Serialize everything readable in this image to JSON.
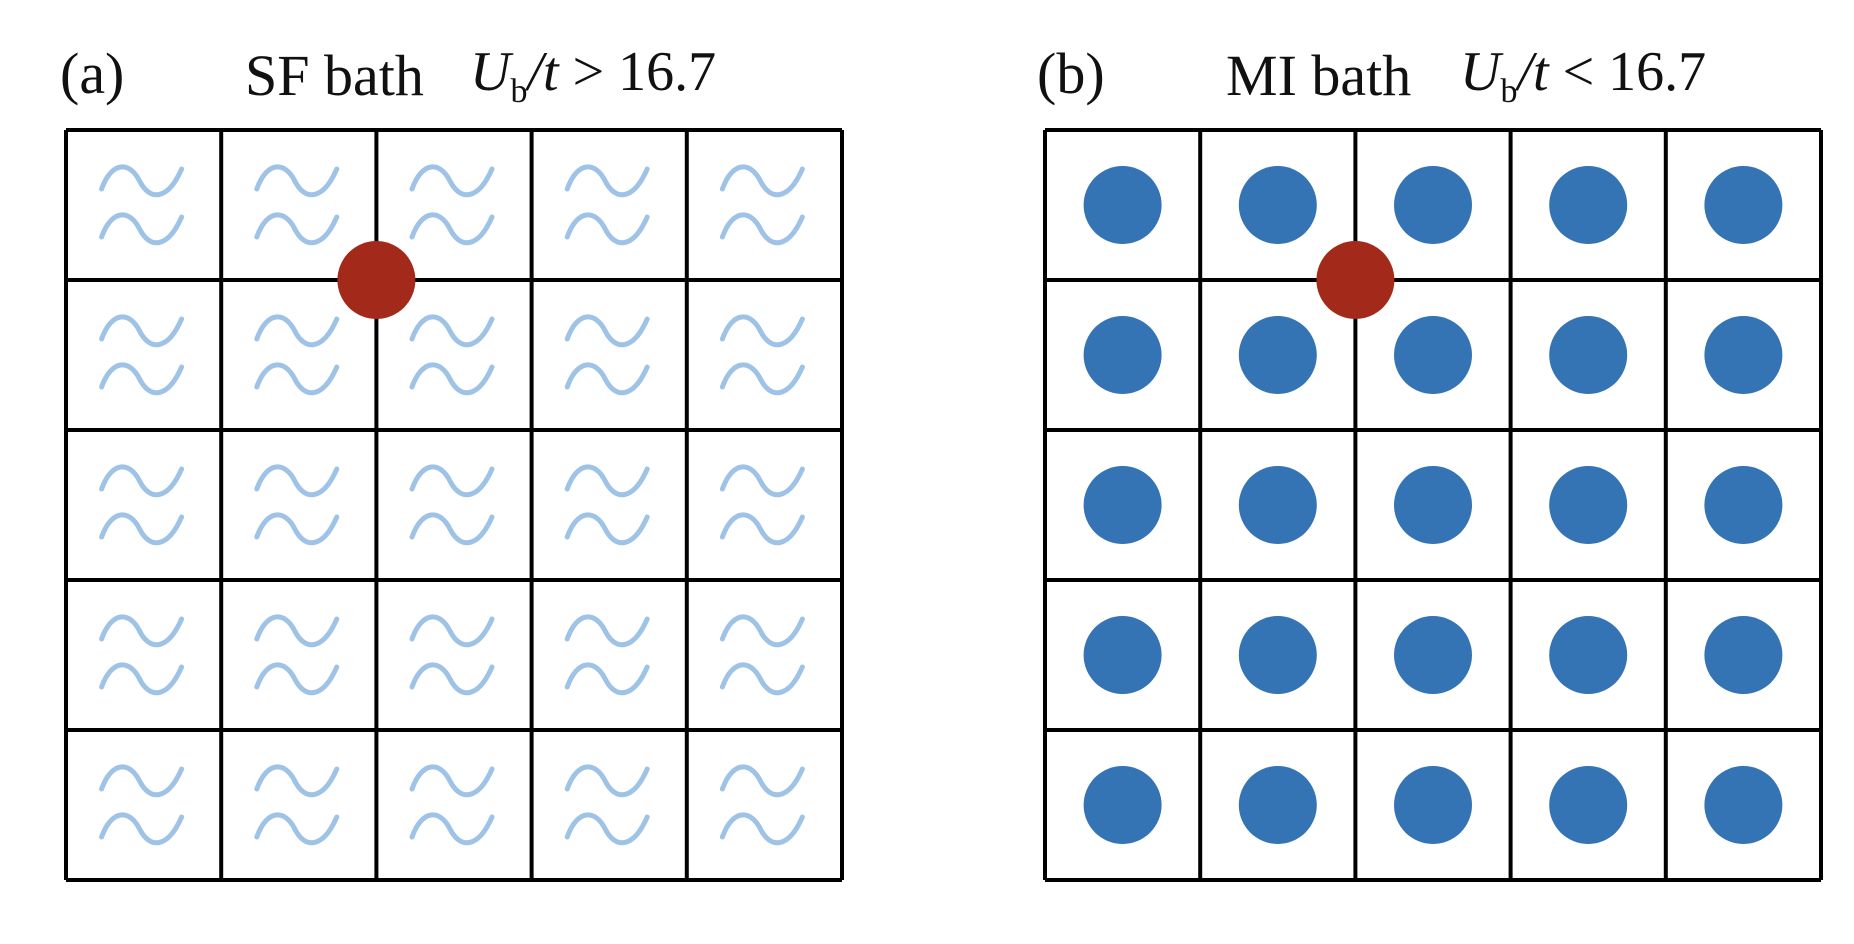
{
  "panels": [
    {
      "letter": "(a)",
      "title": "SF bath",
      "condition": "U_b/t > 16.7",
      "condition_display": "Ub/t > 16.7",
      "grid_rows": 5,
      "grid_cols": 5,
      "site_symbol": "wave-pair-icon",
      "site_color": "#9ec3e6",
      "impurity_color": "#a32a1b"
    },
    {
      "letter": "(b)",
      "title": "MI bath",
      "condition": "U_b/t < 16.7",
      "condition_display": "Ub/t < 16.7",
      "grid_rows": 5,
      "grid_cols": 5,
      "site_symbol": "filled-circle-icon",
      "site_color": "#3473b4",
      "impurity_color": "#a32a1b"
    }
  ]
}
